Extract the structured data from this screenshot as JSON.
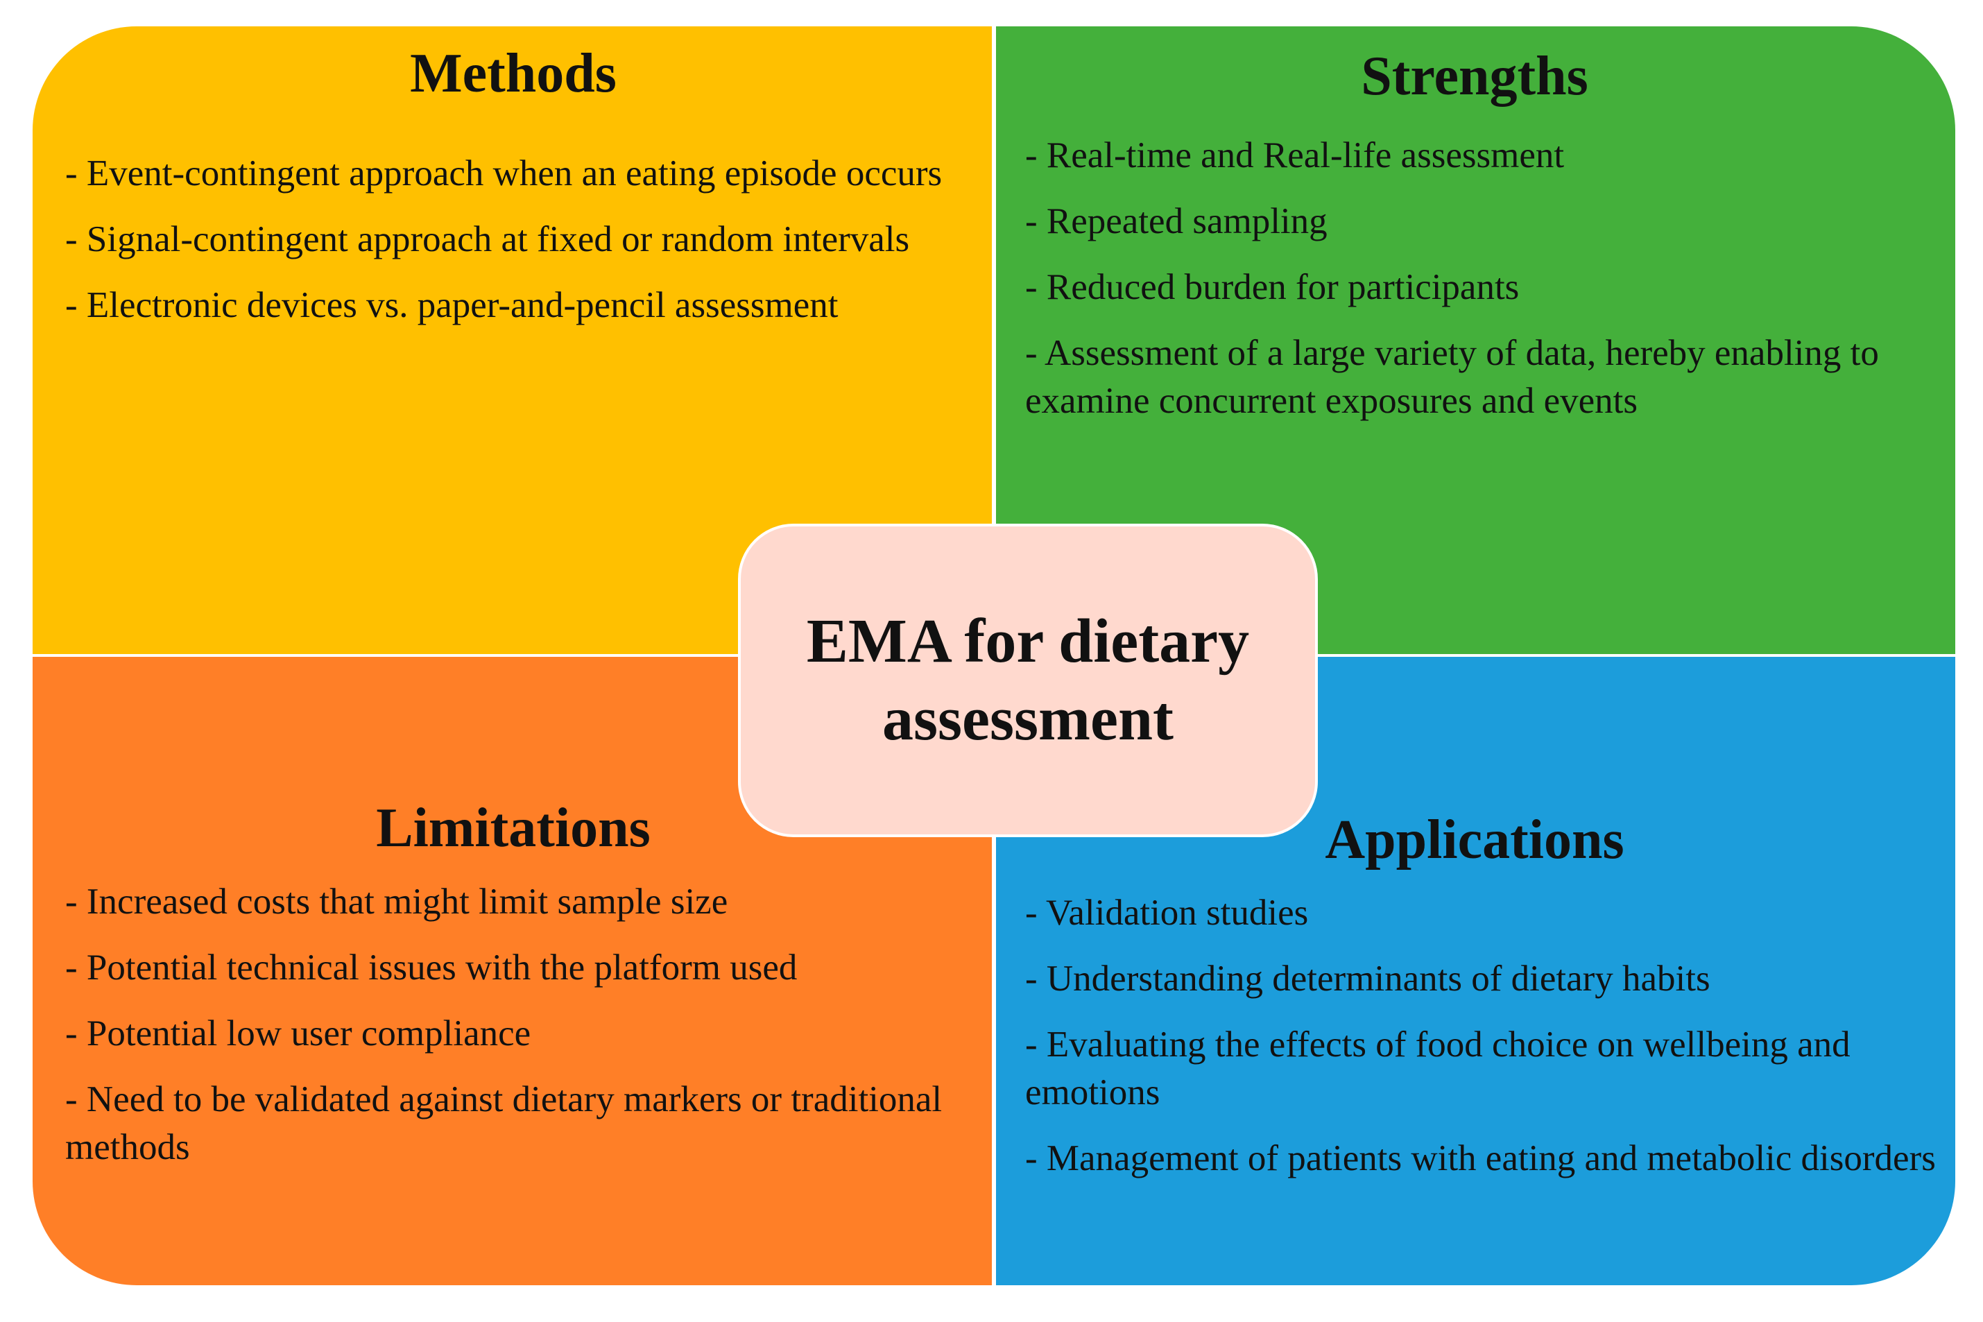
{
  "center": {
    "line1": "EMA for dietary",
    "line2": "assessment"
  },
  "quadrants": {
    "methods": {
      "title": "Methods",
      "color": "#FFC000",
      "items": [
        "-  Event-contingent approach when an eating episode occurs",
        "- Signal-contingent approach at fixed or random intervals",
        "- Electronic devices vs. paper-and-pencil assessment"
      ]
    },
    "strengths": {
      "title": "Strengths",
      "color": "#44B03B",
      "items": [
        "- Real-time and Real-life assessment",
        "- Repeated sampling",
        "- Reduced burden for participants",
        "- Assessment of a large variety of data, hereby enabling to examine concurrent exposures and events"
      ]
    },
    "limitations": {
      "title": "Limitations",
      "color": "#FF7F27",
      "items": [
        "- Increased costs that might limit sample size",
        "- Potential technical issues with the platform used",
        "- Potential low user compliance",
        "- Need to be validated against dietary markers or traditional methods"
      ]
    },
    "applications": {
      "title": "Applications",
      "color": "#1C9DDB",
      "items": [
        "- Validation studies",
        "- Understanding determinants of dietary habits",
        "- Evaluating the effects of food choice on wellbeing and emotions",
        "- Management of patients with eating and metabolic disorders"
      ]
    }
  }
}
